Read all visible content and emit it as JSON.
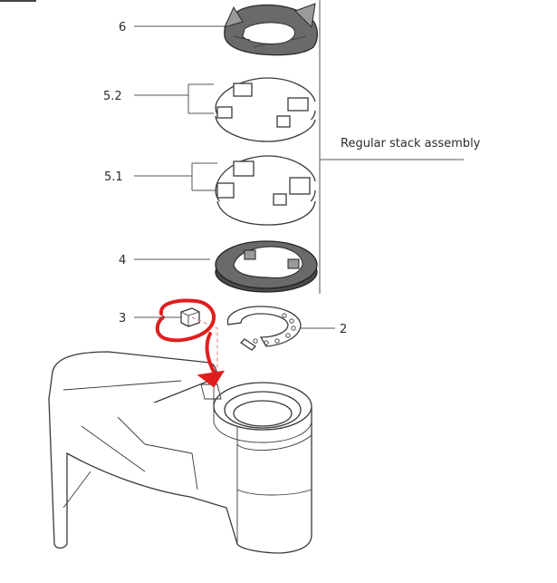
{
  "labels": {
    "part_6": "6",
    "part_5_2": "5.2",
    "part_5_1": "5.1",
    "part_4": "4",
    "part_3": "3",
    "part_2": "2",
    "group_label": "Regular stack assembly"
  },
  "colors": {
    "annotation": "#e01e1e",
    "line": "#3a3a3a",
    "dark_part": "#6a6a6a"
  }
}
